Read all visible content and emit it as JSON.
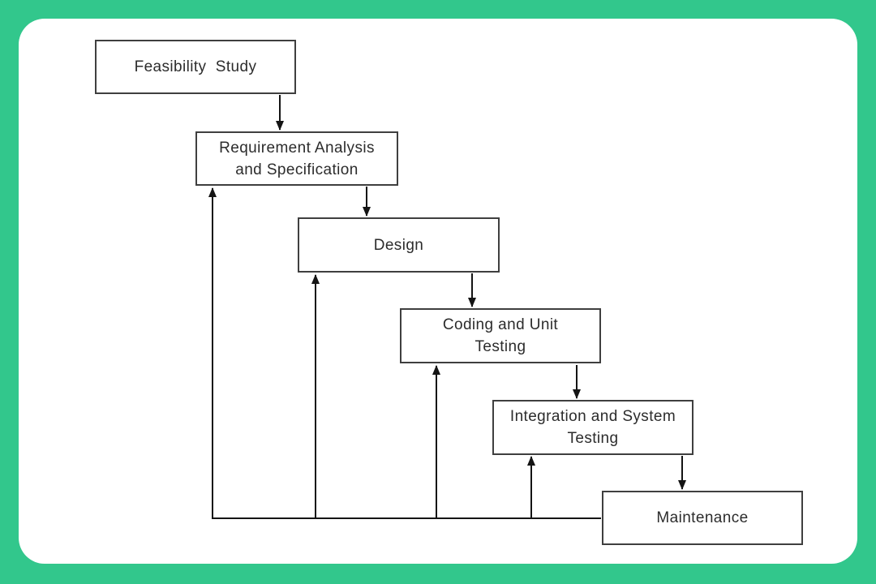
{
  "diagram": {
    "type": "flowchart",
    "nodes": [
      {
        "id": "feasibility",
        "label": "Feasibility  Study"
      },
      {
        "id": "requirements",
        "label": "Requirement Analysis\nand Specification"
      },
      {
        "id": "design",
        "label": "Design"
      },
      {
        "id": "coding",
        "label": "Coding and Unit\nTesting"
      },
      {
        "id": "integration",
        "label": "Integration and System\nTesting"
      },
      {
        "id": "maintenance",
        "label": "Maintenance"
      }
    ],
    "edges": [
      {
        "from": "feasibility",
        "to": "requirements",
        "type": "forward"
      },
      {
        "from": "requirements",
        "to": "design",
        "type": "forward"
      },
      {
        "from": "design",
        "to": "coding",
        "type": "forward"
      },
      {
        "from": "coding",
        "to": "integration",
        "type": "forward"
      },
      {
        "from": "integration",
        "to": "maintenance",
        "type": "forward"
      },
      {
        "from": "maintenance",
        "to": "requirements",
        "type": "feedback"
      },
      {
        "from": "maintenance",
        "to": "design",
        "type": "feedback"
      },
      {
        "from": "maintenance",
        "to": "coding",
        "type": "feedback"
      },
      {
        "from": "maintenance",
        "to": "integration",
        "type": "feedback"
      }
    ]
  },
  "colors": {
    "background": "#32c78c",
    "panel": "#ffffff",
    "node_border": "#3f3f3f",
    "node_fill": "#ffffff",
    "text": "#2c2c2c",
    "arrow": "#141414"
  }
}
